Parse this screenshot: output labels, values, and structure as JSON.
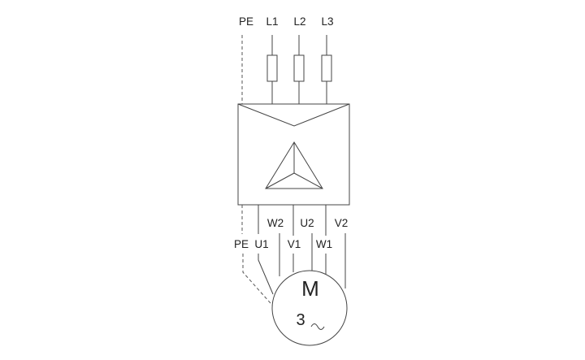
{
  "supply_labels": {
    "pe": "PE",
    "l1": "L1",
    "l2": "L2",
    "l3": "L3"
  },
  "output_labels": {
    "w2": "W2",
    "u2": "U2",
    "v2": "V2",
    "pe": "PE",
    "u1": "U1",
    "v1": "V1",
    "w1": "W1"
  },
  "motor": {
    "letter": "M",
    "phases": "3",
    "ac_symbol": "~"
  }
}
